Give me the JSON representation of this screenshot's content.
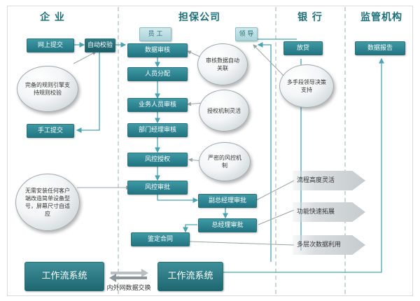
{
  "columns": {
    "enterprise": "企 业",
    "guarantee": "担保公司",
    "bank": "银 行",
    "regulator": "监管机构"
  },
  "enterprise": {
    "online_submit": "网上提交",
    "auto_check": "自动校验",
    "manual_submit": "手工提交",
    "bubble_rules": "完备的规则引擎支持规则校验",
    "bubble_no_install": "无需安装任何客户端改造简单设备型号，屏幕尺寸自适应"
  },
  "guarantee": {
    "staff": "员 工",
    "leader": "领 导",
    "data_review": "数据审核",
    "staff_assign": "人员分配",
    "business_review": "业务人员审核",
    "dept_manager_review": "部门经理审核",
    "risk_authorize": "风控授权",
    "risk_approve": "风控审批",
    "vice_gm_approve": "副总经理审批",
    "gm_approve": "总经理审批",
    "contract": "鉴定合同",
    "bubble_auto_link": "审核数据自动关联",
    "bubble_flexible_auth": "授权机制灵活",
    "bubble_strict_risk": "严密的风控机制"
  },
  "bank": {
    "loan": "放贷",
    "bubble_decision": "多手段领导决策支持"
  },
  "regulator": {
    "data_report": "数据报告"
  },
  "banners": [
    "流程高度灵活",
    "功能快速拓展",
    "多层次数据利用"
  ],
  "workflow": {
    "left_label": "工作流系统",
    "right_label": "工作流系统",
    "exchange_label": "内外网数据交换"
  }
}
